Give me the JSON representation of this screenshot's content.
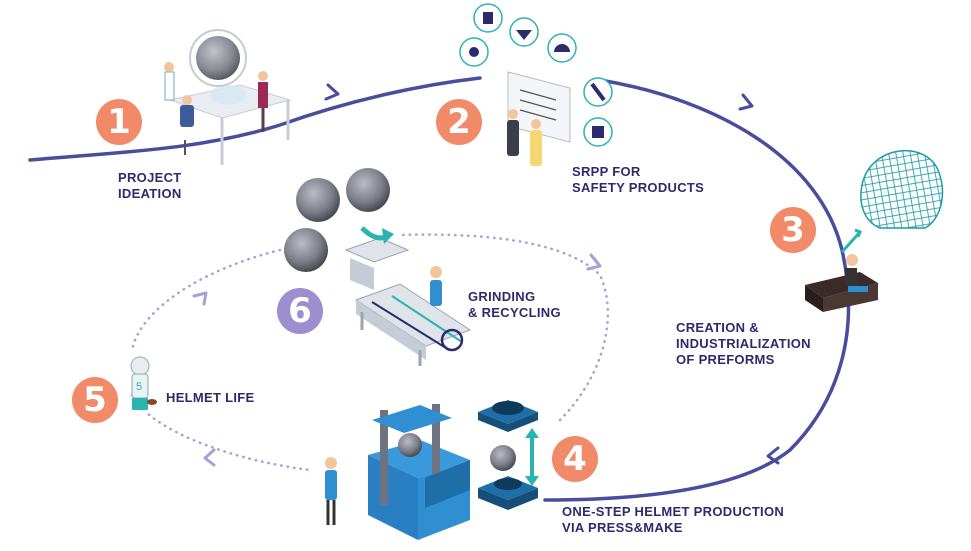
{
  "colors": {
    "path": "#4a4c9c",
    "inner_loop": "#a99fd6",
    "accent_orange": "#f08a69",
    "accent_purple": "#9c8fd0",
    "label": "#2d2a6e",
    "teal": "#2ab4b0",
    "machine_blue": "#2f8fd0"
  },
  "steps": [
    {
      "number": "1",
      "lines": [
        "PROJECT",
        "IDEATION"
      ],
      "icon": "meeting-table-icon"
    },
    {
      "number": "2",
      "lines": [
        "SRPP FOR",
        "SAFETY PRODUCTS"
      ],
      "icon": "safety-products-board-icon"
    },
    {
      "number": "3",
      "lines": [
        "CREATION &",
        "INDUSTRIALIZATION",
        "OF PREFORMS"
      ],
      "icon": "design-desk-icon"
    },
    {
      "number": "4",
      "lines": [
        "ONE-STEP HELMET PRODUCTION",
        "VIA PRESS&MAKE"
      ],
      "icon": "press-machine-icon"
    },
    {
      "number": "5",
      "lines": [
        "HELMET LIFE"
      ],
      "icon": "football-player-icon"
    },
    {
      "number": "6",
      "lines": [
        "GRINDING",
        "& RECYCLING"
      ],
      "icon": "grinder-conveyor-icon"
    }
  ]
}
